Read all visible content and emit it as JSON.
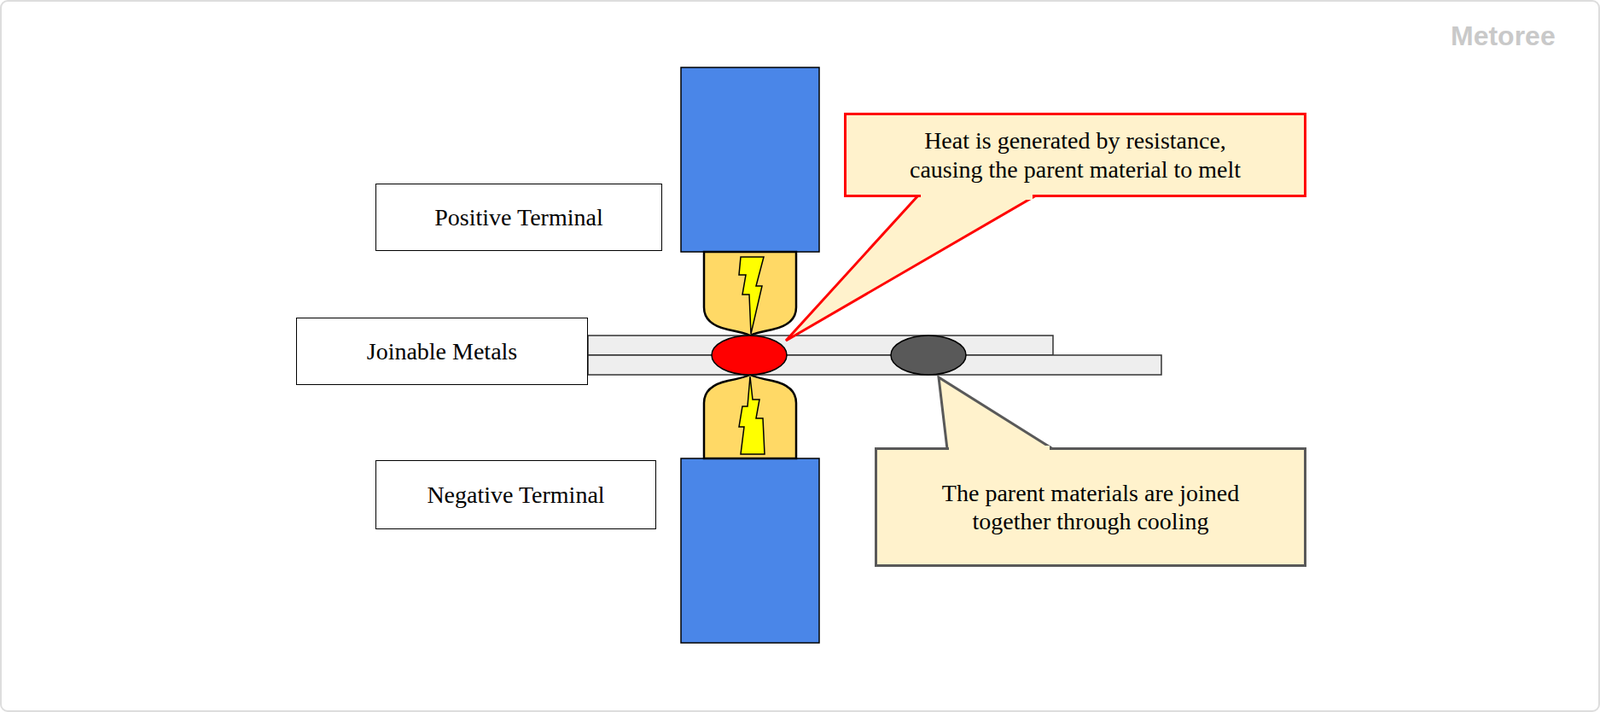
{
  "diagram": {
    "nodes": [
      {
        "text": [
          "Positive Terminal"
        ]
      },
      {
        "text": [
          "Heat is generated by resistance, causing the parent material to melt"
        ]
      },
      {
        "text": [
          "Joinable Metals"
        ]
      },
      {
        "text": [
          "Negative Terminal"
        ]
      },
      {
        "text": [
          "The parent materials are joined together through cooling"
        ]
      }
    ],
    "labels": [
      "Metoree"
    ]
  }
}
